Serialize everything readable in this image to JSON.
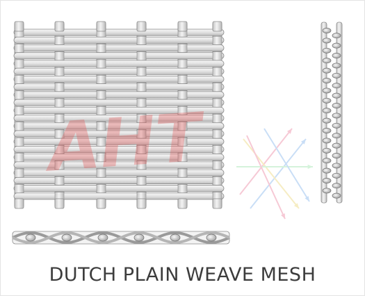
{
  "caption": "DUTCH PLAIN WEAVE MESH",
  "watermark": {
    "text": "AHT",
    "color": "#e55b5b"
  },
  "figures": {
    "front_view": "woven-mesh-front-view",
    "side_view": "woven-mesh-side-view",
    "cross_section": "woven-mesh-cross-section"
  },
  "colors": {
    "wire_fill": "#e6e6e6",
    "wire_stroke": "#8a8a8a",
    "arrow_colors": [
      "#f4b8c8",
      "#b8d4f4",
      "#f4e8b0",
      "#c8f0d0"
    ]
  }
}
